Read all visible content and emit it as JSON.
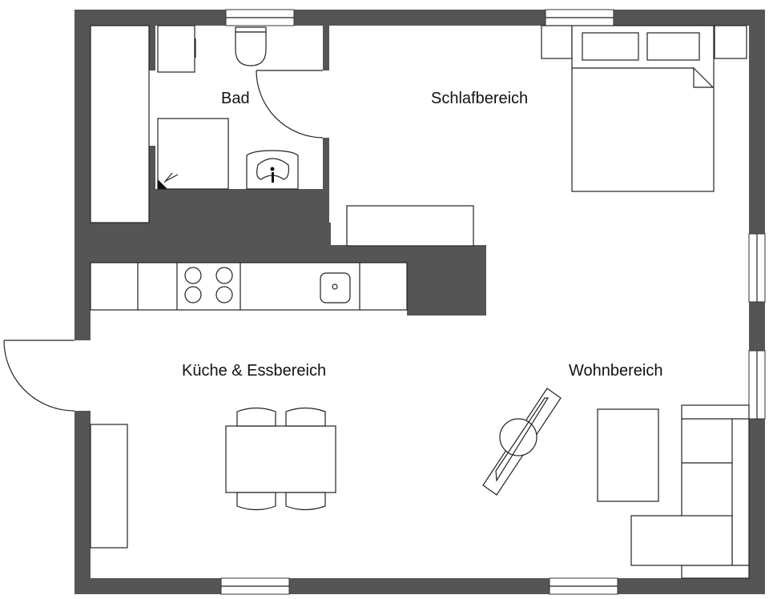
{
  "rooms": {
    "bathroom": "Bad",
    "bedroom": "Schlafbereich",
    "kitchen_dining": "Küche & Essbereich",
    "living": "Wohnbereich"
  },
  "colors": {
    "wall": "#555555",
    "background": "#ffffff",
    "line": "#222222"
  }
}
